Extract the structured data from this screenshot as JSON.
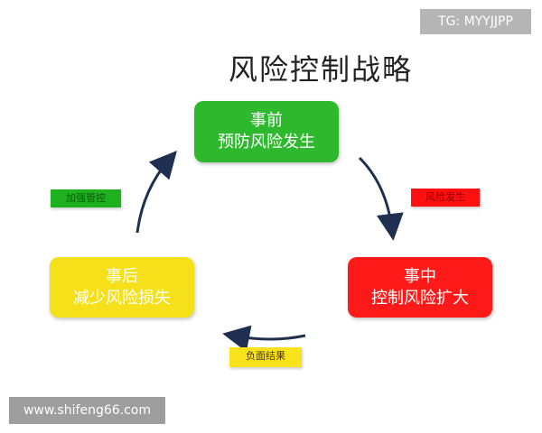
{
  "title": "风险控制战略",
  "boxes": {
    "before": {
      "line1": "事前",
      "line2": "预防风险发生",
      "color": "#2eb82e"
    },
    "during": {
      "line1": "事中",
      "line2": "控制风险扩大",
      "color": "#ff1a1a"
    },
    "after": {
      "line1": "事后",
      "line2": "减少风险损失",
      "color": "#f5e01a"
    }
  },
  "tags": {
    "strengthen": "加强管控",
    "occur": "风险发生",
    "negative": "负面结果"
  },
  "badge": "TG: MYYJJPP",
  "watermark": "www.shifeng66.com"
}
